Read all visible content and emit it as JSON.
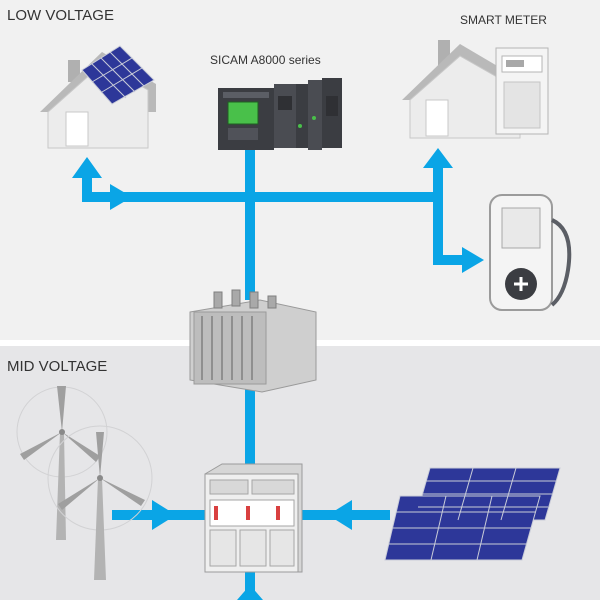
{
  "sections": {
    "low_voltage": "LOW  VOLTAGE",
    "mid_voltage": "MID  VOLTAGE"
  },
  "labels": {
    "controller": "SICAM A8000 series",
    "smart_meter": "SMART METER"
  },
  "colors": {
    "flow": "#0aa5e6",
    "low_bg": "#f1f1f1",
    "mid_bg": "#e6e6e8",
    "house_wall": "#ececec",
    "roof": "#b9b9b9",
    "solar": "#2d3799",
    "device_dark": "#3b3d42",
    "screen_green": "#49c04a"
  },
  "icons": {
    "solar_house": "house-with-solar-roof-icon",
    "controller": "rtu-controller-icon",
    "smart_meter_house": "house-with-smart-meter-icon",
    "ev_charger": "ev-charging-station-icon",
    "transformer": "power-transformer-icon",
    "wind": "wind-turbine-icon",
    "switchgear": "switchgear-cabinet-icon",
    "solar_farm": "solar-panel-array-icon"
  }
}
